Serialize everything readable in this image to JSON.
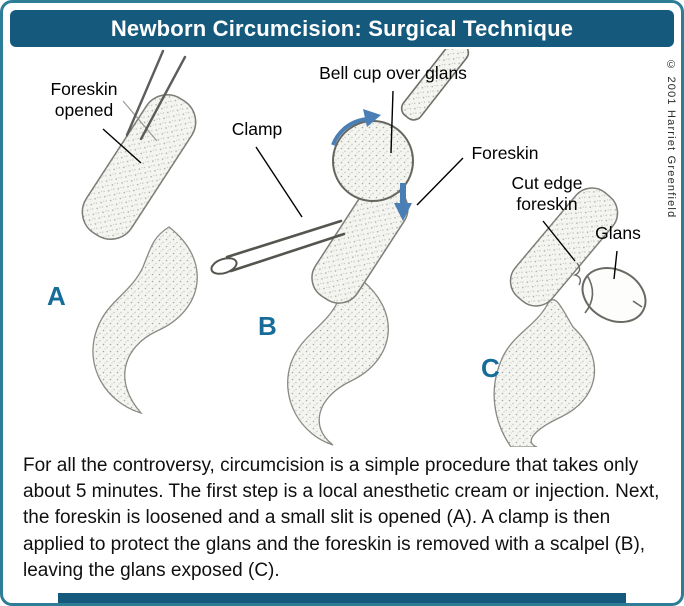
{
  "header": {
    "title": "Newborn Circumcision: Surgical Technique"
  },
  "credit": "© 2001 Harriet Greenfield",
  "labels": {
    "foreskin_opened": "Foreskin opened",
    "clamp": "Clamp",
    "bell_cup": "Bell cup over glans",
    "foreskin": "Foreskin",
    "cut_edge_foreskin": "Cut edge foreskin",
    "glans": "Glans"
  },
  "panels": [
    {
      "letter": "A"
    },
    {
      "letter": "B"
    },
    {
      "letter": "C"
    }
  ],
  "caption": "For all the controversy, circumcision is a simple procedure that takes only about 5 minutes. The first step is a local anesthetic cream or injection. Next, the foreskin is loosened and a small slit is opened (A). A clamp is then applied to protect the glans and the foreskin is removed with a scalpel (B), leaving the glans exposed (C).",
  "colors": {
    "header_bg": "#155a7d",
    "border": "#2e7d96",
    "panel_letter": "#176d99",
    "arrow_blue": "#4a7fb5"
  }
}
